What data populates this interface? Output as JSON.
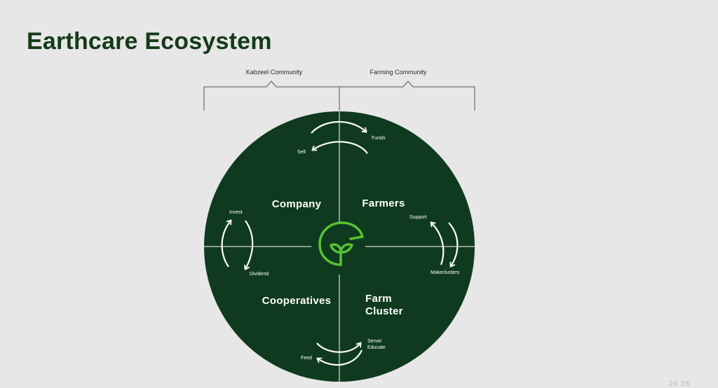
{
  "slide": {
    "title": "Earthcare Ecosystem",
    "page_number": "26 26"
  },
  "communities": {
    "left": "Kabzeel Community",
    "right": "Farming Community"
  },
  "quadrants": {
    "company": "Company",
    "farmers": "Farmers",
    "cooperatives": "Cooperatives",
    "farm_cluster_line1": "Farm",
    "farm_cluster_line2": "Cluster"
  },
  "flows": {
    "funds": "Funds",
    "sell": "Sell",
    "invest": "Invest",
    "dividend": "Dividend",
    "support": "Support",
    "make_clusters": "Makeclusters",
    "serve_line1": "Serve/",
    "serve_line2": "Educate",
    "feed": "Feed"
  },
  "colors": {
    "background": "#e6e7e6",
    "circle": "#0f3a1f",
    "title": "#163a1b",
    "logo": "#58c234",
    "bracket": "#555555"
  },
  "icons": {
    "center_logo": "sprout-logo-icon"
  }
}
